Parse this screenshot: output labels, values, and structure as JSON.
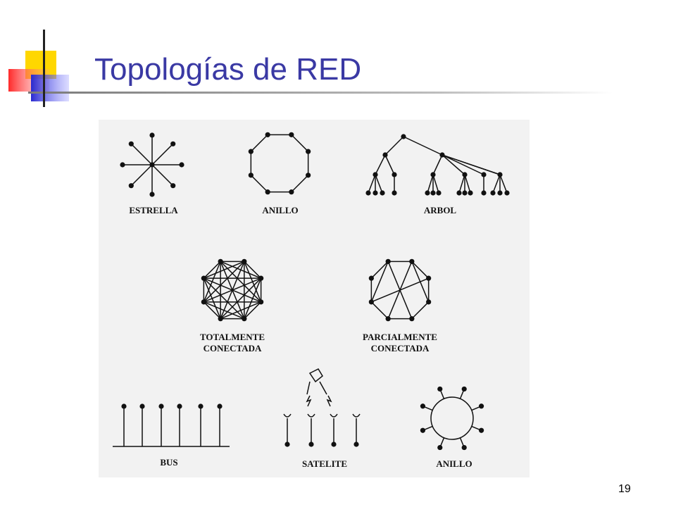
{
  "slide": {
    "title": "Topologías de RED",
    "page_number": "19"
  },
  "diagrams": {
    "estrella": "ESTRELLA",
    "anillo": "ANILLO",
    "arbol": "ARBOL",
    "totalmente": "TOTALMENTE\nCONECTADA",
    "parcialmente": "PARCIALMENTE\nCONECTADA",
    "bus": "BUS",
    "satelite": "SATELITE",
    "anillo2": "ANILLO"
  },
  "colors": {
    "title": "#3a39a4",
    "accent_yellow": "#ffd700",
    "accent_red": "#ff3b3b",
    "accent_blue": "#3a39c8",
    "figure_background": "#f2f2f2"
  }
}
